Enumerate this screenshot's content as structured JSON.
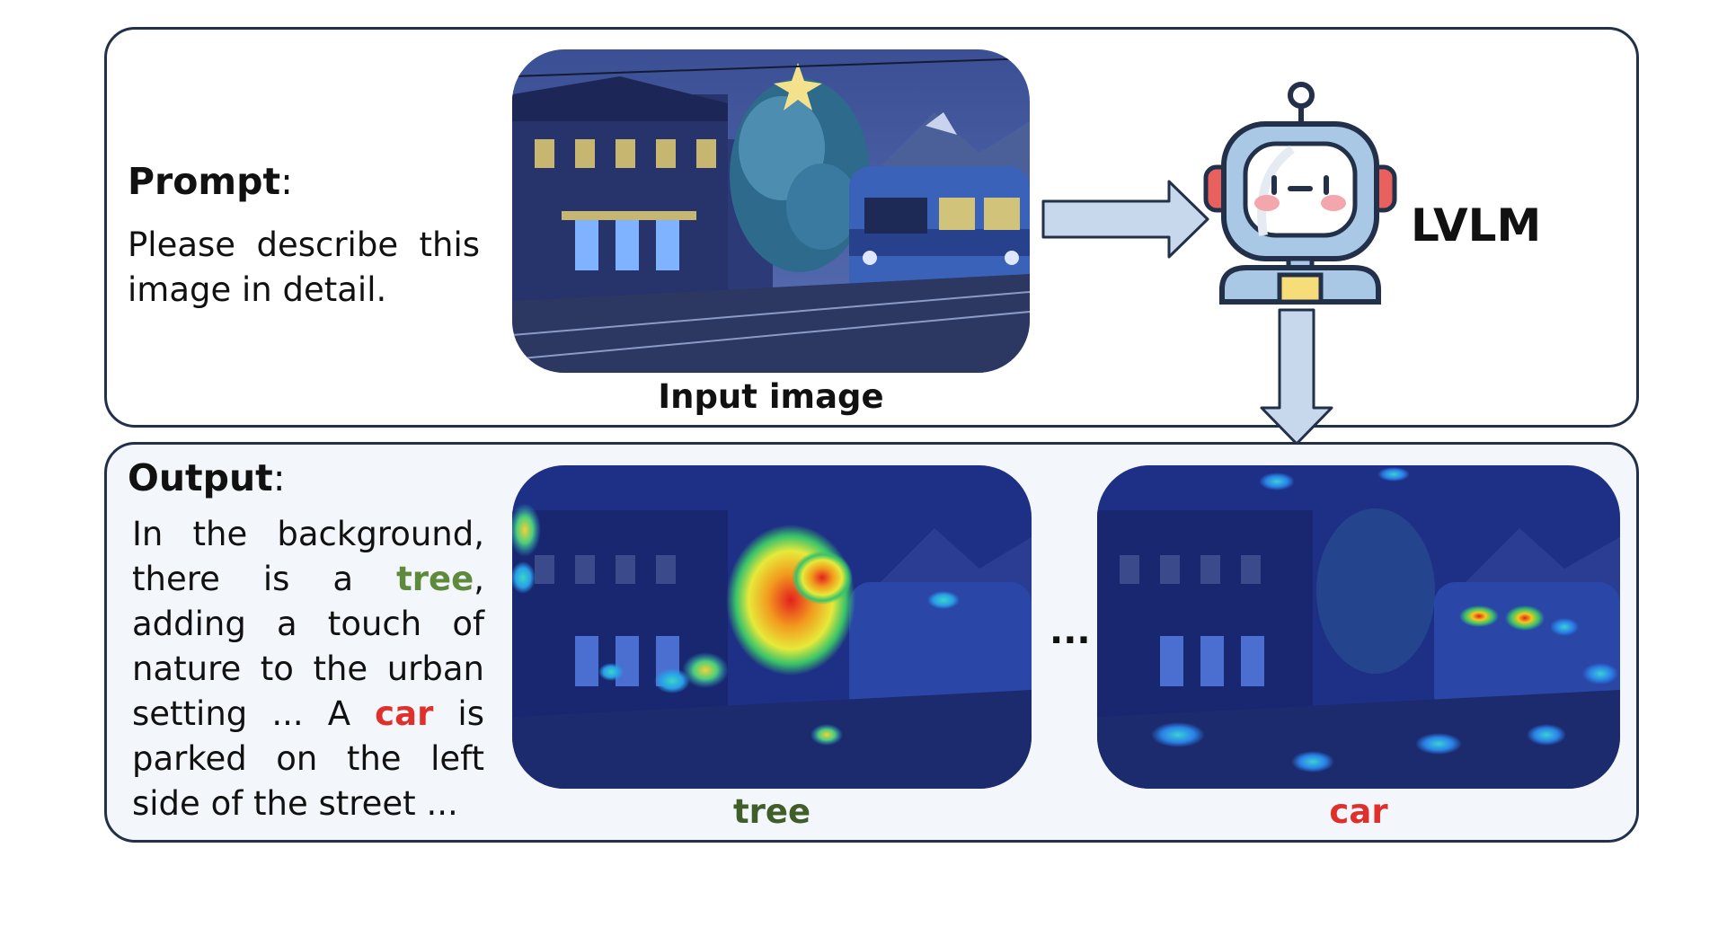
{
  "prompt": {
    "heading": "Prompt",
    "text": "Please describe this image in detail."
  },
  "input_image": {
    "caption": "Input image"
  },
  "model": {
    "label": "LVLM",
    "icon": "robot-icon"
  },
  "output": {
    "heading": "Output",
    "text_before_tree": "In the background, there is a ",
    "tree_word": "tree",
    "text_between": ", adding a touch of nature to the urban setting ... A ",
    "car_word": "car",
    "text_after_car": " is parked on the left side of the street ..."
  },
  "attention_maps": [
    {
      "caption": "tree",
      "color": "#3f5e2a"
    },
    {
      "caption": "car",
      "color": "#e0302b"
    }
  ],
  "ellipsis": "...",
  "colors": {
    "panel_border": "#23304a",
    "arrow_fill": "#c7d8ec",
    "tree_highlight": "#5e8a3c",
    "car_highlight": "#e0302b"
  }
}
